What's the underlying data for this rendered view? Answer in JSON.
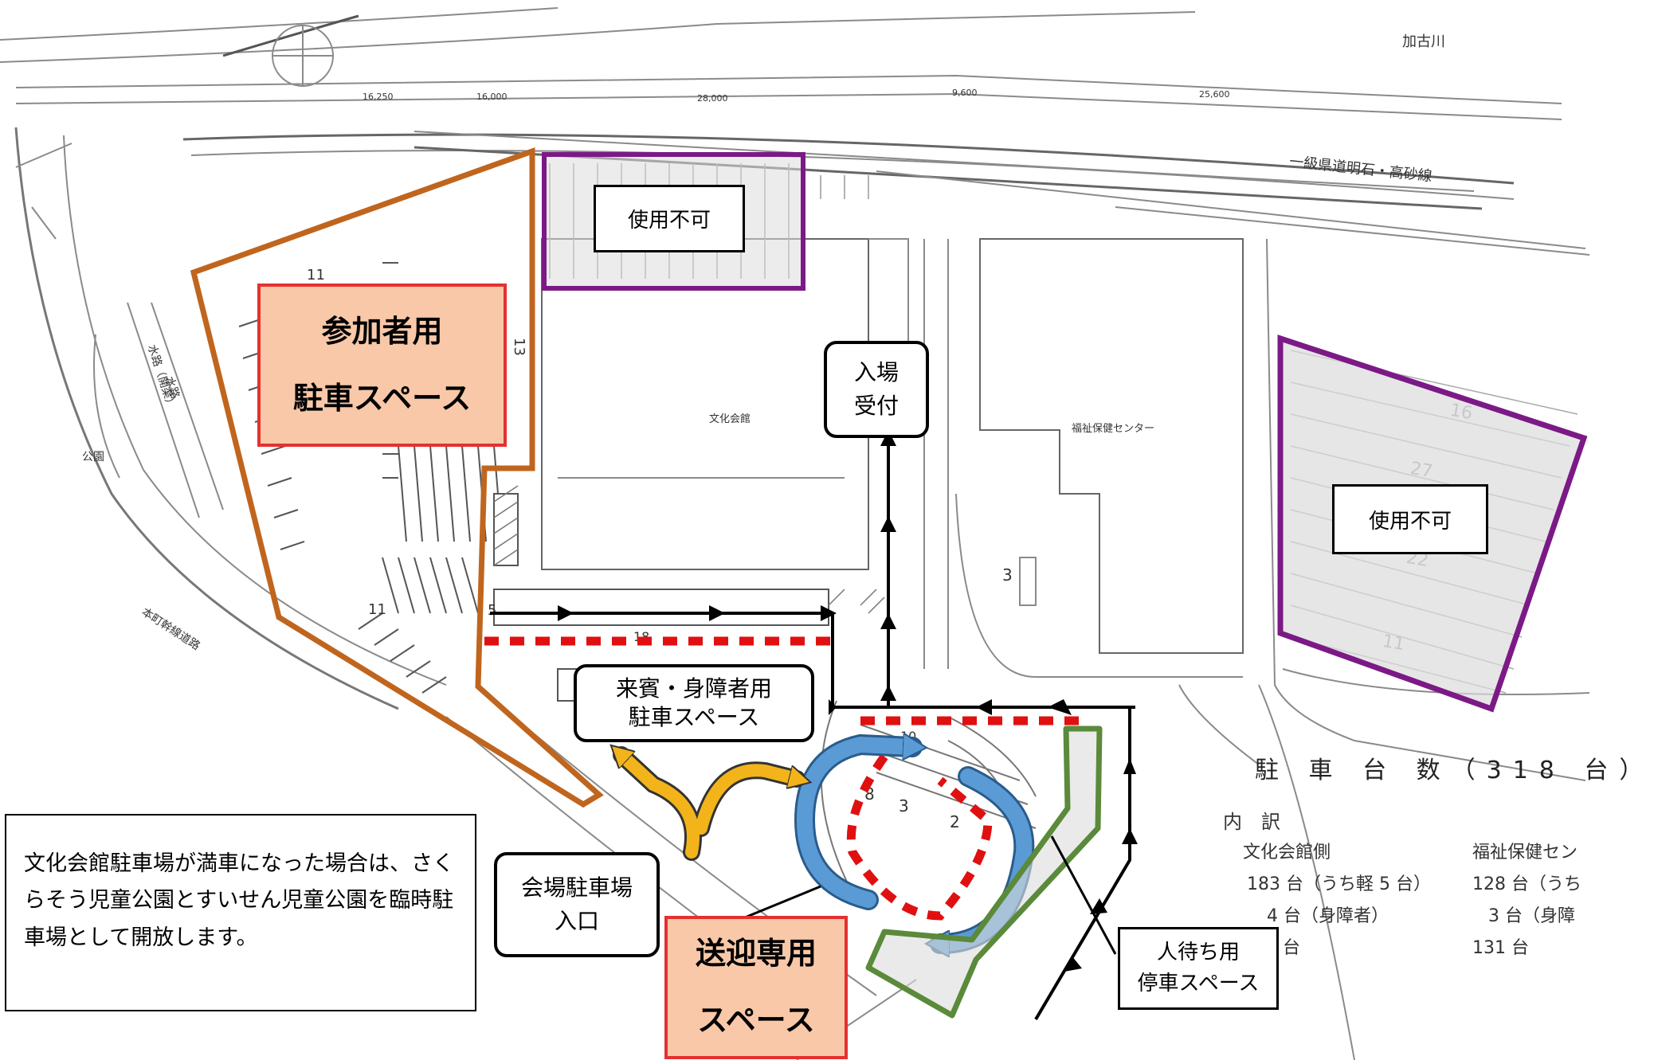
{
  "base_map": {
    "river_label": "加古川",
    "road_label": "一級県道明石・高砂線",
    "dimension_labels": [
      "16,250",
      "16,000",
      "28,000",
      "9,600",
      "25,600"
    ],
    "culture_hall_label": "文化会館",
    "welfare_center_label": "福祉保健センター",
    "park_label": "公園",
    "waterway_label": "水路（開渠）",
    "side_road_label": "水路",
    "river_levee_label": "本町幹線道路",
    "space_counts": [
      "11",
      "13",
      "11",
      "18",
      "10",
      "3",
      "16",
      "27",
      "22",
      "11",
      "8",
      "3",
      "2",
      "5"
    ]
  },
  "zones": {
    "participant_parking": "参加者用\n駐車スペース",
    "unavailable_top": "使用不可",
    "unavailable_right": "使用不可",
    "pickup_only": "送迎専用\nスペース"
  },
  "labels": {
    "entrance_reception": "入場\n受付",
    "guest_parking": "来賓・身障者用\n駐車スペース",
    "venue_entrance": "会場駐車場\n入口",
    "waiting_stop": "人待ち用\n停車スペース"
  },
  "notice": "文化会館駐車場が満車になった場合は、さくらそう児童公園とすいせん児童公園を臨時駐車場として開放します。",
  "legend": {
    "title": "駐 車 台 数（318 台）",
    "breakdown_label": "内　訳",
    "culture_side_heading": "文化会館側",
    "culture_side_lines": [
      "183 台（うち軽 5 台）",
      "4 台（身障者）",
      "台"
    ],
    "welfare_side_heading": "福祉保健セン",
    "welfare_side_lines": [
      "128 台（うち",
      "3 台（身障",
      "131 台"
    ]
  },
  "colors": {
    "participant_outline": "#c0651e",
    "unavailable_outline": "#7b1a86",
    "unavailable_fill": "#dcdcdc",
    "salmon_fill": "#f8c8a8",
    "salmon_border": "#e53030",
    "red_dotted": "#e01010",
    "blue_route": "#5b9bd5",
    "yellow_route": "#f2b41a",
    "green_outline": "#5a8a3a"
  }
}
